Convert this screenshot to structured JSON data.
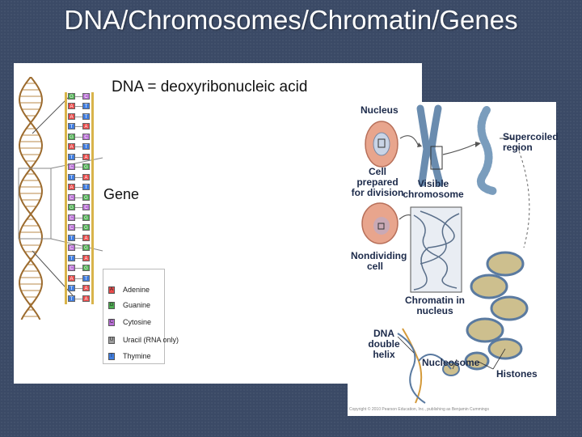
{
  "slide": {
    "title": "DNA/Chromosomes/Chromatin/Genes"
  },
  "left_figure": {
    "heading": "DNA = deoxyribonucleic acid",
    "gene_label": "Gene",
    "legend": [
      {
        "letter": "A",
        "label": "Adenine",
        "color": "#e94b4b"
      },
      {
        "letter": "G",
        "label": "Guanine",
        "color": "#4caf50"
      },
      {
        "letter": "C",
        "label": "Cytosine",
        "color": "#b96fd6"
      },
      {
        "letter": "U",
        "label": "Uracil (RNA only)",
        "color": "#9e9e9e"
      },
      {
        "letter": "T",
        "label": "Thymine",
        "color": "#3f7de0"
      }
    ],
    "base_pairs": [
      [
        "G",
        "C"
      ],
      [
        "A",
        "T"
      ],
      [
        "A",
        "T"
      ],
      [
        "T",
        "A"
      ],
      [
        "G",
        "C"
      ],
      [
        "A",
        "T"
      ],
      [
        "T",
        "A"
      ],
      [
        "C",
        "G"
      ],
      [
        "T",
        "A"
      ],
      [
        "A",
        "T"
      ],
      [
        "C",
        "G"
      ],
      [
        "G",
        "C"
      ],
      [
        "C",
        "G"
      ],
      [
        "C",
        "G"
      ],
      [
        "T",
        "A"
      ],
      [
        "C",
        "G"
      ],
      [
        "T",
        "A"
      ],
      [
        "C",
        "G"
      ],
      [
        "A",
        "T"
      ],
      [
        "T",
        "A"
      ],
      [
        "T",
        "A"
      ]
    ]
  },
  "right_figure": {
    "labels": {
      "nucleus": "Nucleus",
      "cell_prepared": "Cell prepared\nfor division",
      "visible_chromosome": "Visible\nchromosome",
      "supercoiled": "Supercoiled\nregion",
      "nondividing": "Nondividing\ncell",
      "chromatin": "Chromatin in\nnucleus",
      "dna_helix": "DNA\ndouble\nhelix",
      "nucleosome": "Nucleosome",
      "histones": "Histones"
    },
    "copyright": "Copyright © 2010 Pearson Education, Inc., publishing as Benjamin Cummings"
  },
  "colors": {
    "background": "#3b4a66",
    "label_navy": "#1c2a4a"
  }
}
